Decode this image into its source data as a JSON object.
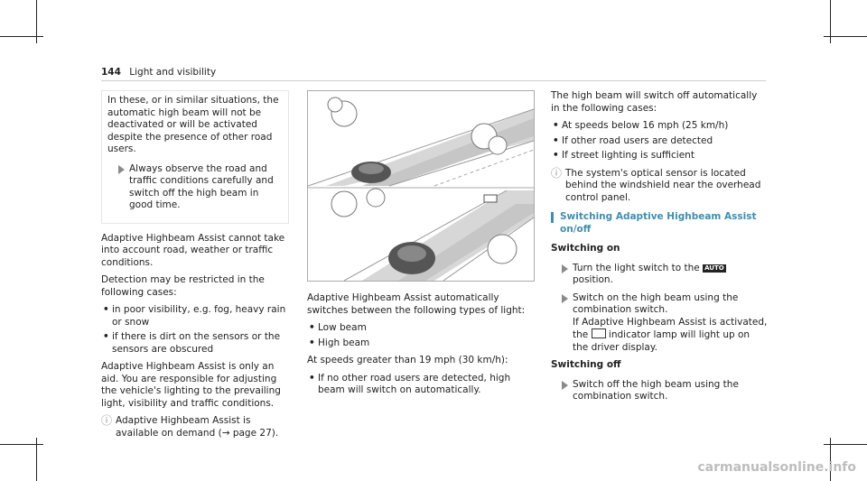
{
  "header": {
    "page_number": "144",
    "title": "Light and visibility"
  },
  "col1": {
    "box_para": "In these, or in similar situations, the automatic high beam will not be deactivated or will be activated despite the presence of other road users.",
    "box_step": "Always observe the road and traffic conditions carefully and switch off the high beam in good time.",
    "para1": "Adaptive Highbeam Assist cannot take into account road, weather or traffic conditions.",
    "para2": "Detection may be restricted in the following cases:",
    "bullets": [
      "in poor visibility, e.g. fog, heavy rain or snow",
      "if there is dirt on the sensors or the sensors are obscured"
    ],
    "para3": "Adaptive Highbeam Assist is only an aid. You are responsible for adjusting the vehicle's lighting to the prevailing light, visibility and traffic conditions.",
    "note": "Adaptive Highbeam Assist is available on demand (→ page 27)."
  },
  "col2": {
    "para1": "Adaptive Highbeam Assist automatically switches between the following types of light:",
    "bullets": [
      "Low beam",
      "High beam"
    ],
    "para2": "At speeds greater than 19 mph (30 km/h):",
    "bullets2": [
      "If no other road users are detected, high beam will switch on automatically."
    ]
  },
  "col3": {
    "para1": "The high beam will switch off automatically in the following cases:",
    "bullets": [
      "At speeds below 16 mph (25 km/h)",
      "If other road users are detected",
      "If street lighting is sufficient"
    ],
    "note": "The system's optical sensor is located behind the windshield near the overhead control panel.",
    "section_title": "Switching Adaptive Highbeam Assist on/off",
    "sub_on": "Switching on",
    "step_on1_pre": "Turn the light switch to the",
    "auto_icon_text": "AUTO",
    "step_on1_post": "position.",
    "step_on2_a": "Switch on the high beam using the combination switch.",
    "step_on2_b_pre": "If Adaptive Highbeam Assist is activated, the",
    "step_on2_b_post": "indicator lamp will light up on the driver display.",
    "sub_off": "Switching off",
    "step_off": "Switch off the high beam using the combination switch."
  },
  "watermark": "carmanualsonline.info"
}
